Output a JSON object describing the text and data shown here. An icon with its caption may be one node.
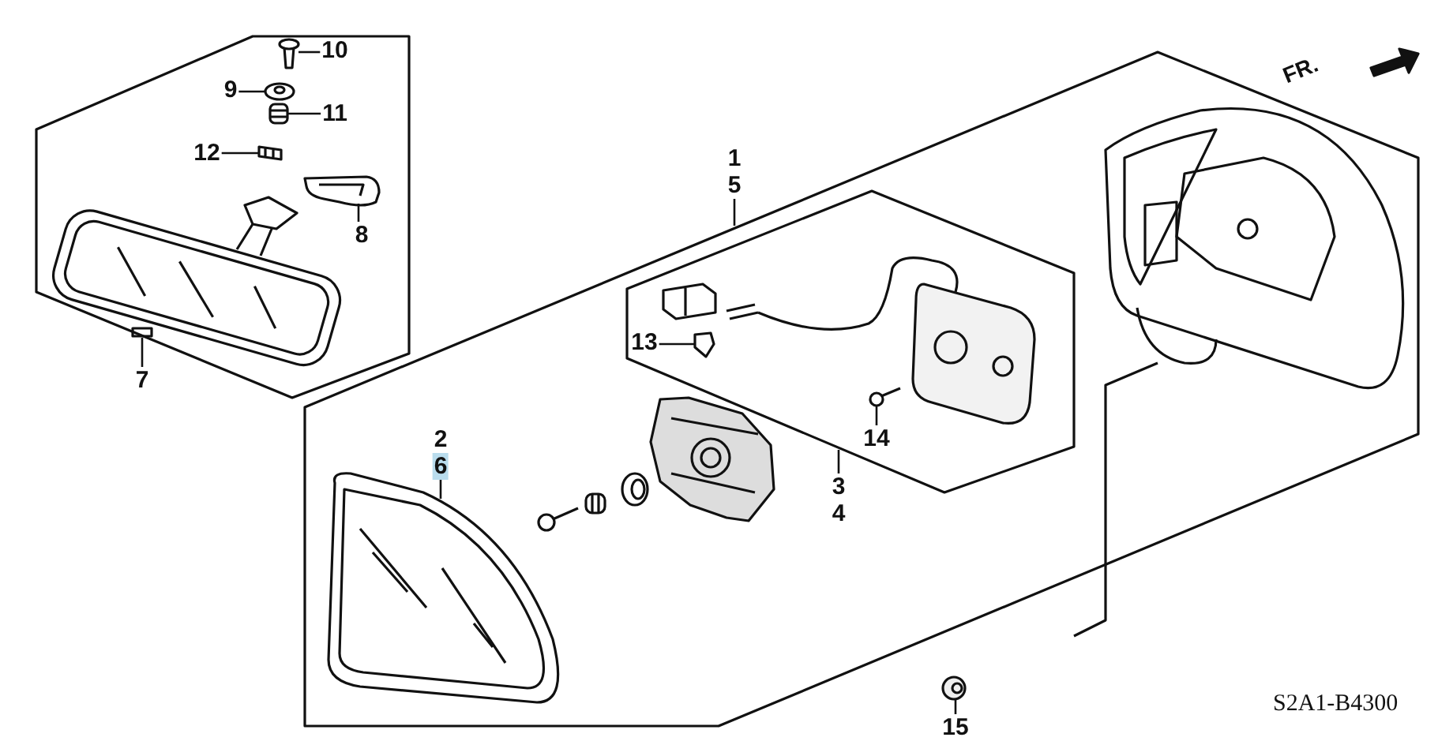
{
  "diagram": {
    "nodes": [
      {
        "text": [
          "10"
        ]
      },
      {
        "text": [],
        "shape": "picture"
      },
      {
        "text": [
          "9"
        ]
      },
      {
        "text": [],
        "shape": "picture"
      },
      {
        "text": [
          "11"
        ]
      },
      {
        "text": [],
        "shape": "picture"
      },
      {
        "text": [
          "12"
        ]
      },
      {
        "text": [],
        "shape": "picture"
      },
      {
        "text": [
          "8"
        ]
      },
      {
        "text": [],
        "shape": "picture"
      },
      {
        "text": [
          "7"
        ]
      },
      {
        "text": [],
        "shape": "picture"
      },
      {
        "text": [
          "1",
          "5"
        ]
      },
      {
        "text": [],
        "shape": "box"
      },
      {
        "text": [],
        "shape": "box",
        "in": 13
      },
      {
        "text": [
          "13"
        ],
        "in": 14
      },
      {
        "text": [],
        "shape": "picture",
        "in": 14
      },
      {
        "text": [
          "14"
        ],
        "in": 14
      },
      {
        "text": [],
        "shape": "picture",
        "in": 14
      },
      {
        "text": [
          "2",
          "6"
        ],
        "in": 13
      },
      {
        "text": [],
        "shape": "picture",
        "in": 13
      },
      {
        "text": [
          "3",
          "4"
        ],
        "in": 13
      },
      {
        "text": [
          "15"
        ]
      },
      {
        "text": [],
        "shape": "picture"
      }
    ],
    "edges": [
      {
        "from": 0,
        "to": 1,
        "arrow": "none"
      },
      {
        "from": 2,
        "to": 3,
        "arrow": "none"
      },
      {
        "from": 4,
        "to": 5,
        "arrow": "none"
      },
      {
        "from": 6,
        "to": 7,
        "arrow": "none"
      },
      {
        "from": 8,
        "to": 9,
        "arrow": "none"
      },
      {
        "from": 10,
        "to": 11,
        "arrow": "none"
      },
      {
        "from": 12,
        "to": 13,
        "arrow": "none"
      },
      {
        "from": 15,
        "to": 16,
        "arrow": "none"
      },
      {
        "from": 19,
        "to": 20,
        "arrow": "none"
      },
      {
        "from": 17,
        "to": 18,
        "arrow": "none"
      },
      {
        "from": 21,
        "to": 14,
        "arrow": "none"
      },
      {
        "from": 22,
        "to": 23,
        "arrow": "none"
      }
    ],
    "labels": [
      "FR.",
      "S2A1-B4300"
    ]
  }
}
